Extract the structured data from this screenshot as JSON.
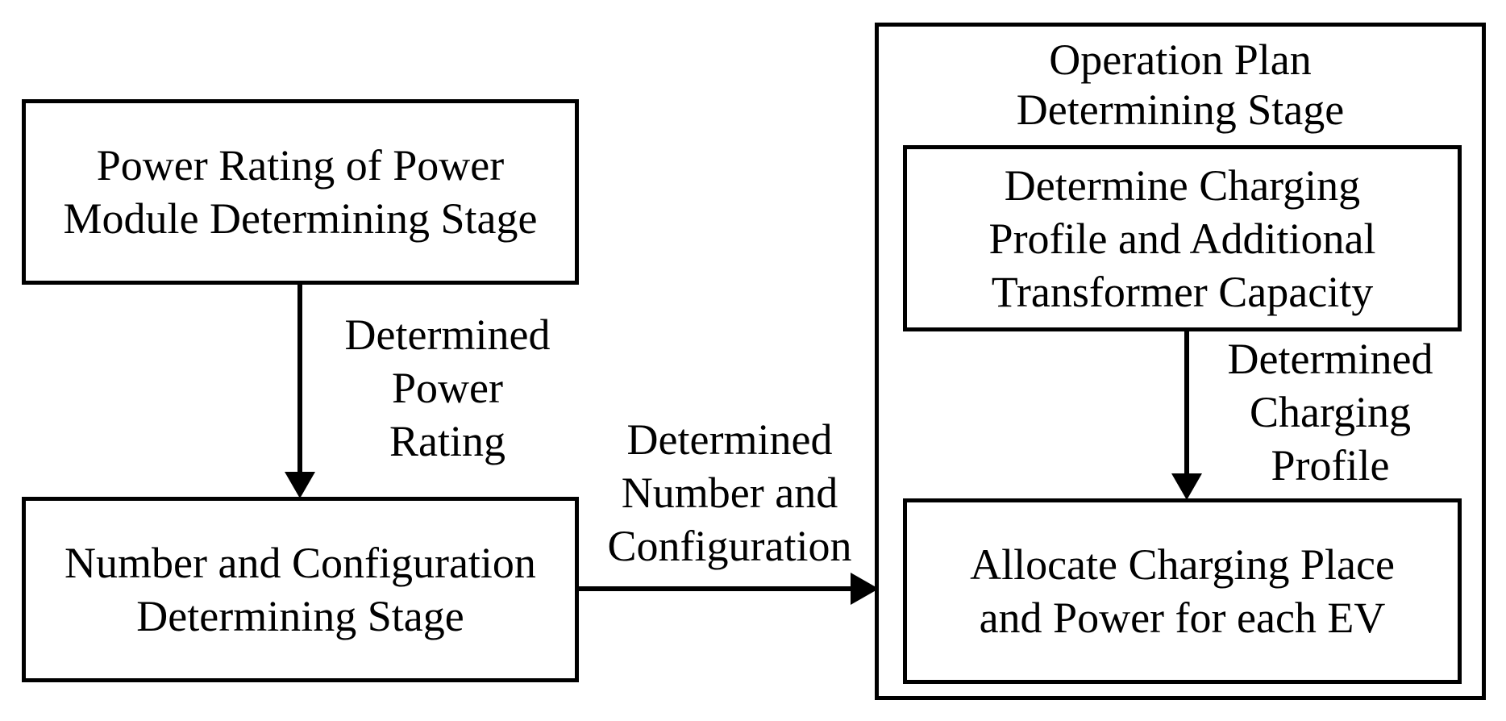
{
  "stage1": {
    "lines": [
      "Power Rating of Power",
      "Module Determining Stage"
    ]
  },
  "stage2": {
    "lines": [
      "Number and Configuration",
      "Determining Stage"
    ]
  },
  "stage3": {
    "title_lines": [
      "Operation Plan",
      "Determining Stage"
    ],
    "substep1": {
      "lines": [
        "Determine Charging",
        "Profile and Additional",
        "Transformer Capacity"
      ]
    },
    "substep2": {
      "lines": [
        "Allocate Charging Place",
        "and Power for each EV"
      ]
    }
  },
  "edge_labels": {
    "stage1_to_stage2": [
      "Determined",
      "Power",
      "Rating"
    ],
    "stage2_to_stage3": [
      "Determined",
      "Number and",
      "Configuration"
    ],
    "substep1_to_substep2": [
      "Determined",
      "Charging",
      "Profile"
    ]
  }
}
